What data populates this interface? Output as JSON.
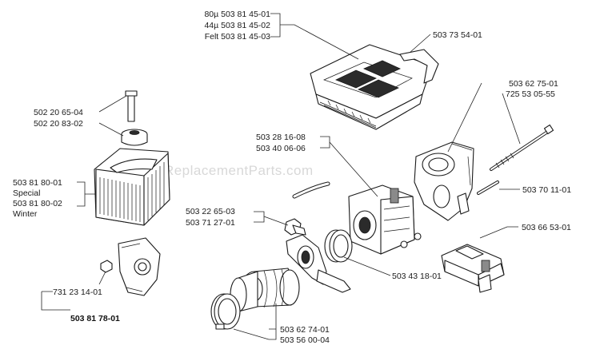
{
  "watermark": "eReplacementParts.com",
  "labels": {
    "filter_80": "80µ 503 81 45-01",
    "filter_44": "44µ 503 81 45-02",
    "filter_felt": "Felt 503 81 45-03",
    "cover": "503 73 54-01",
    "nut_1": "502 20 65-04",
    "nut_2": "502 20 83-02",
    "filter_special_no": "503 81 80-01",
    "filter_special": "Special",
    "filter_winter_no": "503 81 80-02",
    "filter_winter": "Winter",
    "carb_1": "503 28 16-08",
    "carb_2": "503 40 06-06",
    "bolt_1": "503 62 75-01",
    "bolt_2": "725 53 05-55",
    "pin": "503 70 11-01",
    "flange_1": "503 22 65-03",
    "flange_2": "503 71 27-01",
    "bracket": "503 66 53-01",
    "ring": "503 43 18-01",
    "nut_small": "731 23 14-01",
    "assembly": "503 81 78-01",
    "manifold": "503 62 74-01",
    "clamp": "503 56 00-04"
  }
}
